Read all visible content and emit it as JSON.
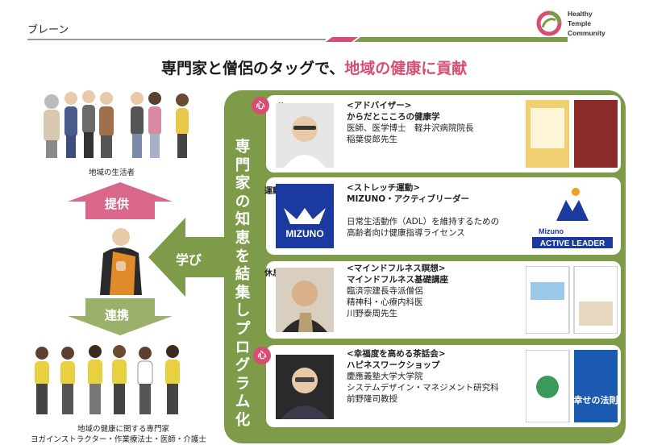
{
  "header": {
    "title": "ブレーン",
    "logo": [
      "Healthy",
      "Temple",
      "Community"
    ],
    "accent_pink": "#d64f73",
    "accent_green": "#7e9b4a"
  },
  "headline": {
    "prefix": "専門家と僧侶のタッグで、",
    "highlight": "地域の健康に貢献"
  },
  "left": {
    "residents_caption": "地域の生活者",
    "provide_label": "提供",
    "cooperate_label": "連携",
    "experts_caption_1": "地域の健康に関する専門家",
    "experts_caption_2": "ヨガインストラクター・作業療法士・医師・介護士"
  },
  "panel": {
    "learn_label": "学び",
    "vertical_text": "専門家の知恵を結集しプログラム化"
  },
  "cards": [
    {
      "tag": "体",
      "circle": "心",
      "lines": [
        "<アドバイザー>",
        "からだとこころの健康学",
        "医師、医学博士　軽井沢病院院長",
        "稲葉俊郎先生"
      ],
      "bold_lines": 2
    },
    {
      "tag": "運動",
      "lines": [
        "<ストレッチ運動>",
        "MIZUNO・アクティブリーダー",
        "",
        "日常生活動作（ADL）を維持するための",
        "高齢者向け健康指導ライセンス"
      ],
      "bold_lines": 2,
      "logo_text": "MIZUNO",
      "badge_top": "Mizuno",
      "badge_bottom": "ACTIVE LEADER"
    },
    {
      "tag": "休息",
      "lines": [
        "<マインドフルネス瞑想>",
        "マインドフルネス基礎講座",
        "臨済宗建長寺派僧侶",
        "精神科・心療内科医",
        "川野泰周先生"
      ],
      "bold_lines": 2
    },
    {
      "circle": "心",
      "lines": [
        "<幸福度を高める茶話会>",
        "ハピネスワークショップ",
        "慶應義塾大学大学院",
        "システムデザイン・マネジメント研究科",
        "前野隆司教授"
      ],
      "bold_lines": 2,
      "book_title": "幸せの法則"
    }
  ]
}
